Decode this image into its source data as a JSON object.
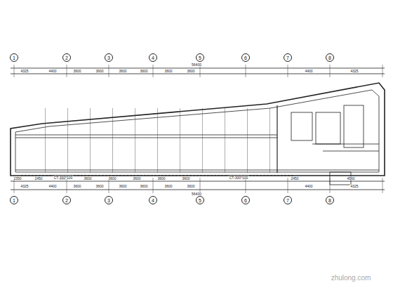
{
  "diagram": {
    "nodes": [
      {
        "text": [
          "1"
        ]
      },
      {
        "text": [
          "2"
        ]
      },
      {
        "text": [
          "3"
        ]
      },
      {
        "text": [
          "4"
        ]
      },
      {
        "text": [
          "5"
        ]
      },
      {
        "text": [
          "6"
        ]
      },
      {
        "text": [
          "7"
        ]
      },
      {
        "text": [
          "8"
        ]
      },
      {
        "text": [
          "1"
        ]
      },
      {
        "text": [
          "2"
        ]
      },
      {
        "text": [
          "3"
        ]
      },
      {
        "text": [
          "4"
        ]
      },
      {
        "text": [
          "5"
        ]
      },
      {
        "text": [
          "6"
        ]
      },
      {
        "text": [
          "7"
        ]
      },
      {
        "text": [
          "8"
        ]
      }
    ],
    "labels": [
      "56400",
      "4325",
      "4400",
      "3600",
      "3600",
      "3600",
      "3600",
      "3600",
      "3600",
      "4400",
      "4325",
      "2350",
      "2450",
      "3600",
      "3600",
      "3600",
      "3600",
      "3600",
      "3600",
      "2450",
      "4560",
      "4325",
      "4400",
      "3600",
      "3600",
      "3600",
      "3600",
      "3600",
      "3600",
      "4400",
      "4325",
      "56400",
      "CT-300*100",
      "CT-300*100",
      "zhulong.com"
    ]
  }
}
